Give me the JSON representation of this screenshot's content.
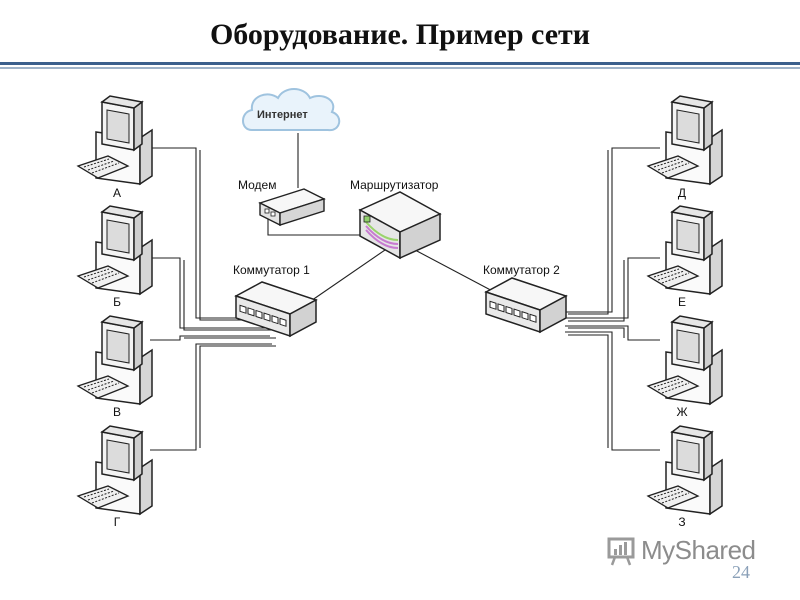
{
  "title": "Оборудование. Пример сети",
  "devices": {
    "internet": "Интернет",
    "modem": "Модем",
    "router": "Маршрутизатор",
    "switch1": "Коммутатор 1",
    "switch2": "Коммутатор 2"
  },
  "computers_left": [
    "А",
    "Б",
    "В",
    "Г"
  ],
  "computers_right": [
    "Д",
    "Е",
    "Ж",
    "З"
  ],
  "watermark": "MyShared",
  "page_number": "24"
}
